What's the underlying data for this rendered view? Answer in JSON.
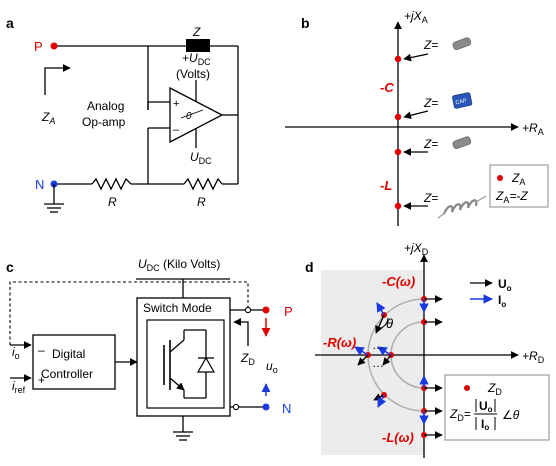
{
  "panel_a": {
    "label": "a",
    "port_p": "P",
    "port_n": "N",
    "z_label": "Z",
    "udc": "+U",
    "udc_sub": "DC",
    "volts": "(Volts)",
    "analog": "Analog",
    "opamp": "Op-amp",
    "za": "Z",
    "za_sub": "A",
    "udc2": "U",
    "udc2_sub": "DC",
    "r1": "R",
    "r2": "R",
    "plus": "+",
    "minus": "–",
    "amp_zero": "0"
  },
  "panel_b": {
    "label": "b",
    "axis_y": "+jX",
    "axis_y_sub": "A",
    "axis_x": "+R",
    "axis_x_sub": "A",
    "z_eq": "Z=",
    "neg_c": "-C",
    "neg_l": "-L",
    "cap_text": "CAP",
    "legend_za": "Z",
    "legend_za_sub": "A",
    "legend_eq": "=-Z",
    "legend_eq_pre": "Z",
    "legend_eq_sub": "A"
  },
  "panel_c": {
    "label": "c",
    "udc": "U",
    "udc_sub": "DC",
    "kilo": "(Kilo Volts)",
    "switch_mode": "Switch Mode",
    "digital": "Digital",
    "controller": "Controller",
    "io": "i",
    "io_sub": "o",
    "iref": "i",
    "iref_sub": "ref",
    "zd": "Z",
    "zd_sub": "D",
    "uo": "u",
    "uo_sub": "o",
    "port_p": "P",
    "port_n": "N",
    "minus": "–",
    "plus": "+"
  },
  "panel_d": {
    "label": "d",
    "axis_y": "+jX",
    "axis_y_sub": "D",
    "axis_x": "+R",
    "axis_x_sub": "D",
    "neg_c": "-C(ω)",
    "neg_r": "-R(ω)",
    "neg_l": "-L(ω)",
    "theta": "θ",
    "dots": "…",
    "legend_uo": "U",
    "legend_uo_sub": "o",
    "legend_io": "I",
    "legend_io_sub": "o",
    "legend_zd": "Z",
    "legend_zd_sub": "D",
    "formula_lhs": "Z",
    "formula_lhs_sub": "D",
    "formula_eq": "=",
    "formula_num": "U",
    "formula_num_sub": "o",
    "formula_den": "I",
    "formula_den_sub": "o",
    "formula_angle": "∠",
    "formula_theta": "θ"
  },
  "colors": {
    "red": "#e00000",
    "blue": "#1a3ae0",
    "gray_fill": "#ececec",
    "arc": "#b0b0b0"
  }
}
